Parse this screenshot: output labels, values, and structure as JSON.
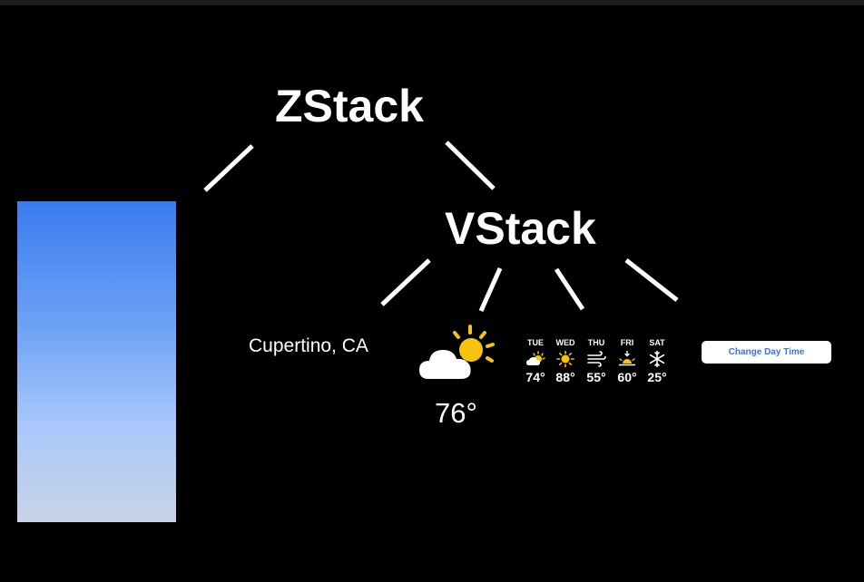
{
  "diagram": {
    "root_label": "ZStack",
    "child_label": "VStack"
  },
  "weather": {
    "city": "Cupertino, CA",
    "current_icon": "cloud-sun-icon",
    "current_temp": "76°",
    "forecast": [
      {
        "day": "TUE",
        "icon": "cloud-sun-icon",
        "temp": "74°"
      },
      {
        "day": "WED",
        "icon": "sun-icon",
        "temp": "88°"
      },
      {
        "day": "THU",
        "icon": "wind-icon",
        "temp": "55°"
      },
      {
        "day": "FRI",
        "icon": "sunset-icon",
        "temp": "60°"
      },
      {
        "day": "SAT",
        "icon": "snowflake-icon",
        "temp": "25°"
      }
    ]
  },
  "button": {
    "label": "Change Day Time"
  },
  "colors": {
    "background": "#000000",
    "sun": "#f6c40c",
    "cloud": "#ffffff",
    "sky_top": "#3a7bf0",
    "sky_bottom": "#c8d3e6",
    "button_text": "#3a73d9"
  }
}
